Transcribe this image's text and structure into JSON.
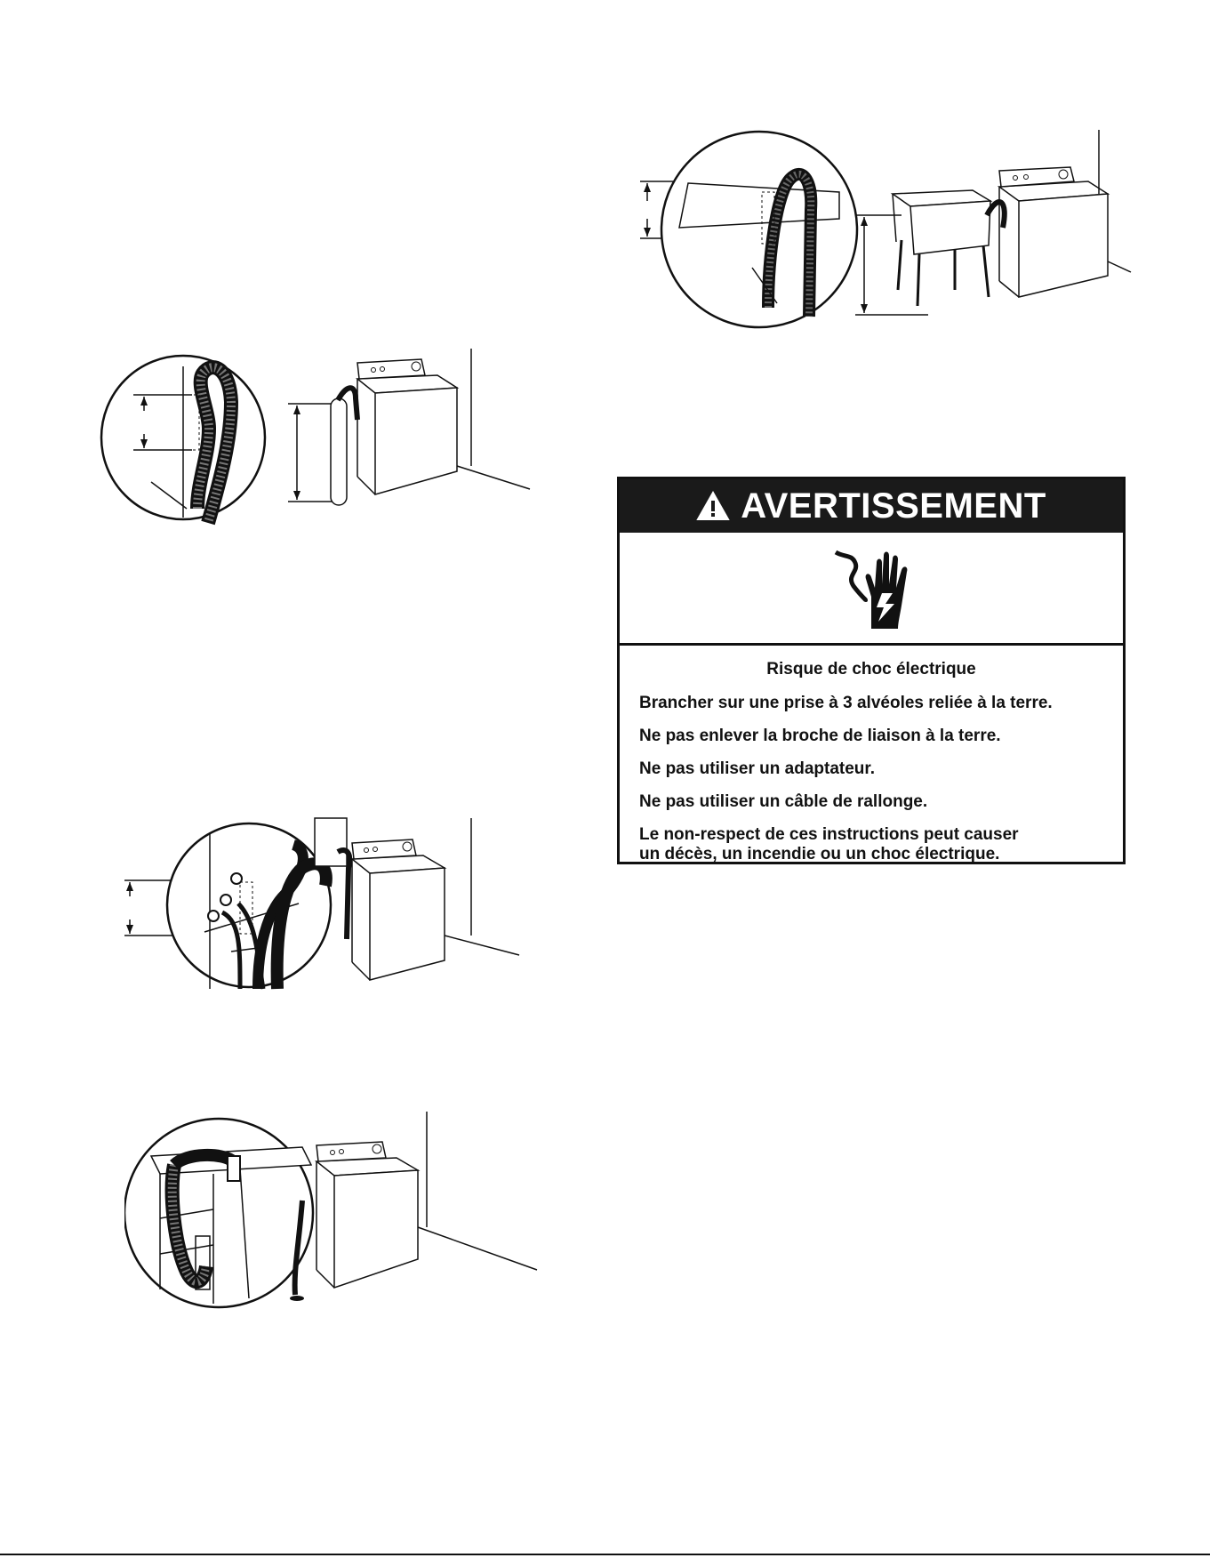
{
  "warning": {
    "header": "AVERTISSEMENT",
    "header_icon": "warning-triangle-icon",
    "hazard_icon": "electric-shock-hand-icon",
    "title": "Risque de choc électrique",
    "lines": [
      "Brancher sur une prise à 3 alvéoles reliée à la terre.",
      "Ne pas enlever la broche de liaison à la terre.",
      "Ne pas utiliser un adaptateur.",
      "Ne pas utiliser un câble de rallonge.",
      "Le non-respect de ces instructions peut causer",
      "un décès, un incendie ou un choc électrique."
    ]
  },
  "figures": [
    {
      "name": "standpipe-drain-figure"
    },
    {
      "name": "laundry-tub-drain-figure"
    },
    {
      "name": "wall-drain-figure"
    },
    {
      "name": "floor-drain-figure"
    }
  ]
}
